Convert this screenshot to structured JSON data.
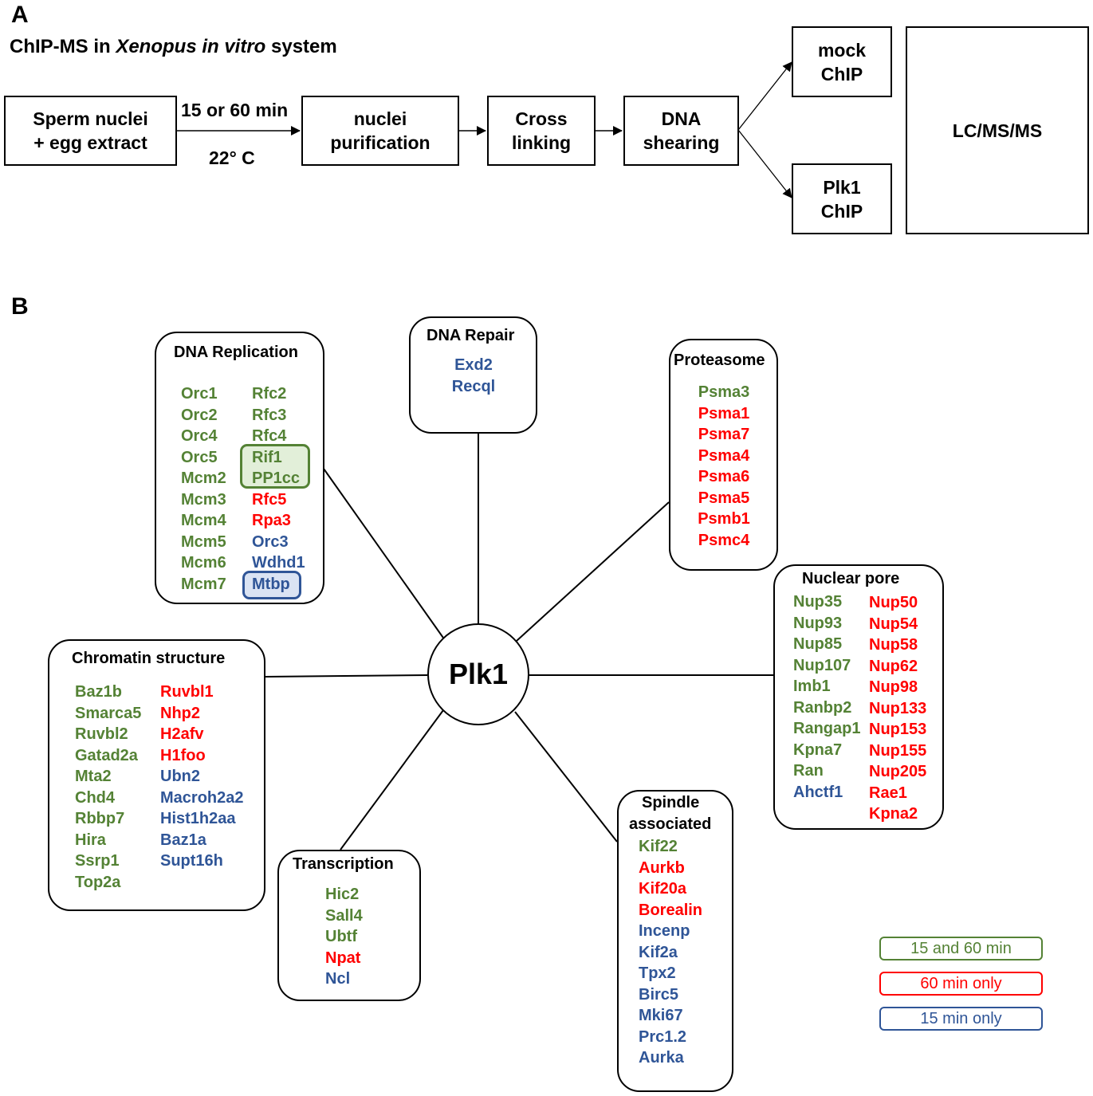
{
  "panel_a": {
    "letter": "A",
    "title_prefix": "ChIP-MS in ",
    "title_italic": "Xenopus in vitro",
    "title_suffix": " system",
    "steps": [
      {
        "id": "start",
        "line1": "Sperm nuclei",
        "line2": "+ egg extract"
      },
      {
        "id": "purification",
        "line1": "nuclei",
        "line2": "purification"
      },
      {
        "id": "crosslinking",
        "line1": "Cross",
        "line2": "linking"
      },
      {
        "id": "shearing",
        "line1": "DNA",
        "line2": "shearing"
      },
      {
        "id": "mock",
        "line1": "mock",
        "line2": "ChIP"
      },
      {
        "id": "plk1",
        "line1": "Plk1",
        "line2": "ChIP"
      },
      {
        "id": "lcms",
        "line1": "LC/MS/MS",
        "line2": ""
      }
    ],
    "incubation_time": "15 or 60 min",
    "incubation_temp": "22° C"
  },
  "panel_b": {
    "letter": "B",
    "center": "Plk1",
    "colors": {
      "both": "#548235",
      "sixty_only": "#ff0000",
      "fifteen_only": "#2f5597"
    },
    "categories": {
      "dna_replication": {
        "title": "DNA Replication",
        "col1": [
          {
            "name": "Orc1",
            "group": "both"
          },
          {
            "name": "Orc2",
            "group": "both"
          },
          {
            "name": "Orc4",
            "group": "both"
          },
          {
            "name": "Orc5",
            "group": "both"
          },
          {
            "name": "Mcm2",
            "group": "both"
          },
          {
            "name": "Mcm3",
            "group": "both"
          },
          {
            "name": "Mcm4",
            "group": "both"
          },
          {
            "name": "Mcm5",
            "group": "both"
          },
          {
            "name": "Mcm6",
            "group": "both"
          },
          {
            "name": "Mcm7",
            "group": "both"
          }
        ],
        "col2": [
          {
            "name": "Rfc2",
            "group": "both"
          },
          {
            "name": "Rfc3",
            "group": "both"
          },
          {
            "name": "Rfc4",
            "group": "both"
          },
          {
            "name": "Rif1",
            "group": "both",
            "highlighted": true
          },
          {
            "name": "PP1cc",
            "group": "both",
            "highlighted": true
          },
          {
            "name": "Rfc5",
            "group": "sixty_only"
          },
          {
            "name": "Rpa3",
            "group": "sixty_only"
          },
          {
            "name": "Orc3",
            "group": "fifteen_only"
          },
          {
            "name": "Wdhd1",
            "group": "fifteen_only"
          },
          {
            "name": "Mtbp",
            "group": "fifteen_only",
            "highlighted": true
          }
        ]
      },
      "dna_repair": {
        "title": "DNA Repair",
        "col1": [
          {
            "name": "Exd2",
            "group": "fifteen_only"
          },
          {
            "name": "Recql",
            "group": "fifteen_only"
          }
        ]
      },
      "proteasome": {
        "title": "Proteasome",
        "col1": [
          {
            "name": "Psma3",
            "group": "both"
          },
          {
            "name": "Psma1",
            "group": "sixty_only"
          },
          {
            "name": "Psma7",
            "group": "sixty_only"
          },
          {
            "name": "Psma4",
            "group": "sixty_only"
          },
          {
            "name": "Psma6",
            "group": "sixty_only"
          },
          {
            "name": "Psma5",
            "group": "sixty_only"
          },
          {
            "name": "Psmb1",
            "group": "sixty_only"
          },
          {
            "name": "Psmc4",
            "group": "sixty_only"
          }
        ]
      },
      "nuclear_pore": {
        "title": "Nuclear pore",
        "col1": [
          {
            "name": "Nup35",
            "group": "both"
          },
          {
            "name": "Nup93",
            "group": "both"
          },
          {
            "name": "Nup85",
            "group": "both"
          },
          {
            "name": "Nup107",
            "group": "both"
          },
          {
            "name": "Imb1",
            "group": "both"
          },
          {
            "name": "Ranbp2",
            "group": "both"
          },
          {
            "name": "Rangap1",
            "group": "both"
          },
          {
            "name": "Kpna7",
            "group": "both"
          },
          {
            "name": "Ran",
            "group": "both"
          },
          {
            "name": "Ahctf1",
            "group": "fifteen_only"
          }
        ],
        "col2": [
          {
            "name": "Nup50",
            "group": "sixty_only"
          },
          {
            "name": "Nup54",
            "group": "sixty_only"
          },
          {
            "name": "Nup58",
            "group": "sixty_only"
          },
          {
            "name": "Nup62",
            "group": "sixty_only"
          },
          {
            "name": "Nup98",
            "group": "sixty_only"
          },
          {
            "name": "Nup133",
            "group": "sixty_only"
          },
          {
            "name": "Nup153",
            "group": "sixty_only"
          },
          {
            "name": "Nup155",
            "group": "sixty_only"
          },
          {
            "name": "Nup205",
            "group": "sixty_only"
          },
          {
            "name": "Rae1",
            "group": "sixty_only"
          },
          {
            "name": "Kpna2",
            "group": "sixty_only"
          }
        ]
      },
      "chromatin_structure": {
        "title": "Chromatin structure",
        "col1": [
          {
            "name": "Baz1b",
            "group": "both"
          },
          {
            "name": "Smarca5",
            "group": "both"
          },
          {
            "name": "Ruvbl2",
            "group": "both"
          },
          {
            "name": "Gatad2a",
            "group": "both"
          },
          {
            "name": "Mta2",
            "group": "both"
          },
          {
            "name": "Chd4",
            "group": "both"
          },
          {
            "name": "Rbbp7",
            "group": "both"
          },
          {
            "name": "Hira",
            "group": "both"
          },
          {
            "name": "Ssrp1",
            "group": "both"
          },
          {
            "name": "Top2a",
            "group": "both"
          }
        ],
        "col2": [
          {
            "name": "Ruvbl1",
            "group": "sixty_only"
          },
          {
            "name": "Nhp2",
            "group": "sixty_only"
          },
          {
            "name": "H2afv",
            "group": "sixty_only"
          },
          {
            "name": "H1foo",
            "group": "sixty_only"
          },
          {
            "name": "Ubn2",
            "group": "fifteen_only"
          },
          {
            "name": "Macroh2a2",
            "group": "fifteen_only"
          },
          {
            "name": "Hist1h2aa",
            "group": "fifteen_only"
          },
          {
            "name": "Baz1a",
            "group": "fifteen_only"
          },
          {
            "name": "Supt16h",
            "group": "fifteen_only"
          }
        ]
      },
      "transcription": {
        "title": "Transcription",
        "col1": [
          {
            "name": "Hic2",
            "group": "both"
          },
          {
            "name": "Sall4",
            "group": "both"
          },
          {
            "name": "Ubtf",
            "group": "both"
          },
          {
            "name": "Npat",
            "group": "sixty_only"
          },
          {
            "name": "Ncl",
            "group": "fifteen_only"
          }
        ]
      },
      "spindle_associated": {
        "title_line1": "Spindle",
        "title_line2": "associated",
        "col1": [
          {
            "name": "Kif22",
            "group": "both"
          },
          {
            "name": "Aurkb",
            "group": "sixty_only"
          },
          {
            "name": "Kif20a",
            "group": "sixty_only"
          },
          {
            "name": "Borealin",
            "group": "sixty_only"
          },
          {
            "name": "Incenp",
            "group": "fifteen_only"
          },
          {
            "name": "Kif2a",
            "group": "fifteen_only"
          },
          {
            "name": "Tpx2",
            "group": "fifteen_only"
          },
          {
            "name": "Birc5",
            "group": "fifteen_only"
          },
          {
            "name": "Mki67",
            "group": "fifteen_only"
          },
          {
            "name": "Prc1.2",
            "group": "fifteen_only"
          },
          {
            "name": "Aurka",
            "group": "fifteen_only"
          }
        ]
      }
    },
    "legend": [
      {
        "label": "15 and 60 min",
        "group": "both"
      },
      {
        "label": "60 min only",
        "group": "sixty_only"
      },
      {
        "label": "15 min only",
        "group": "fifteen_only"
      }
    ]
  }
}
